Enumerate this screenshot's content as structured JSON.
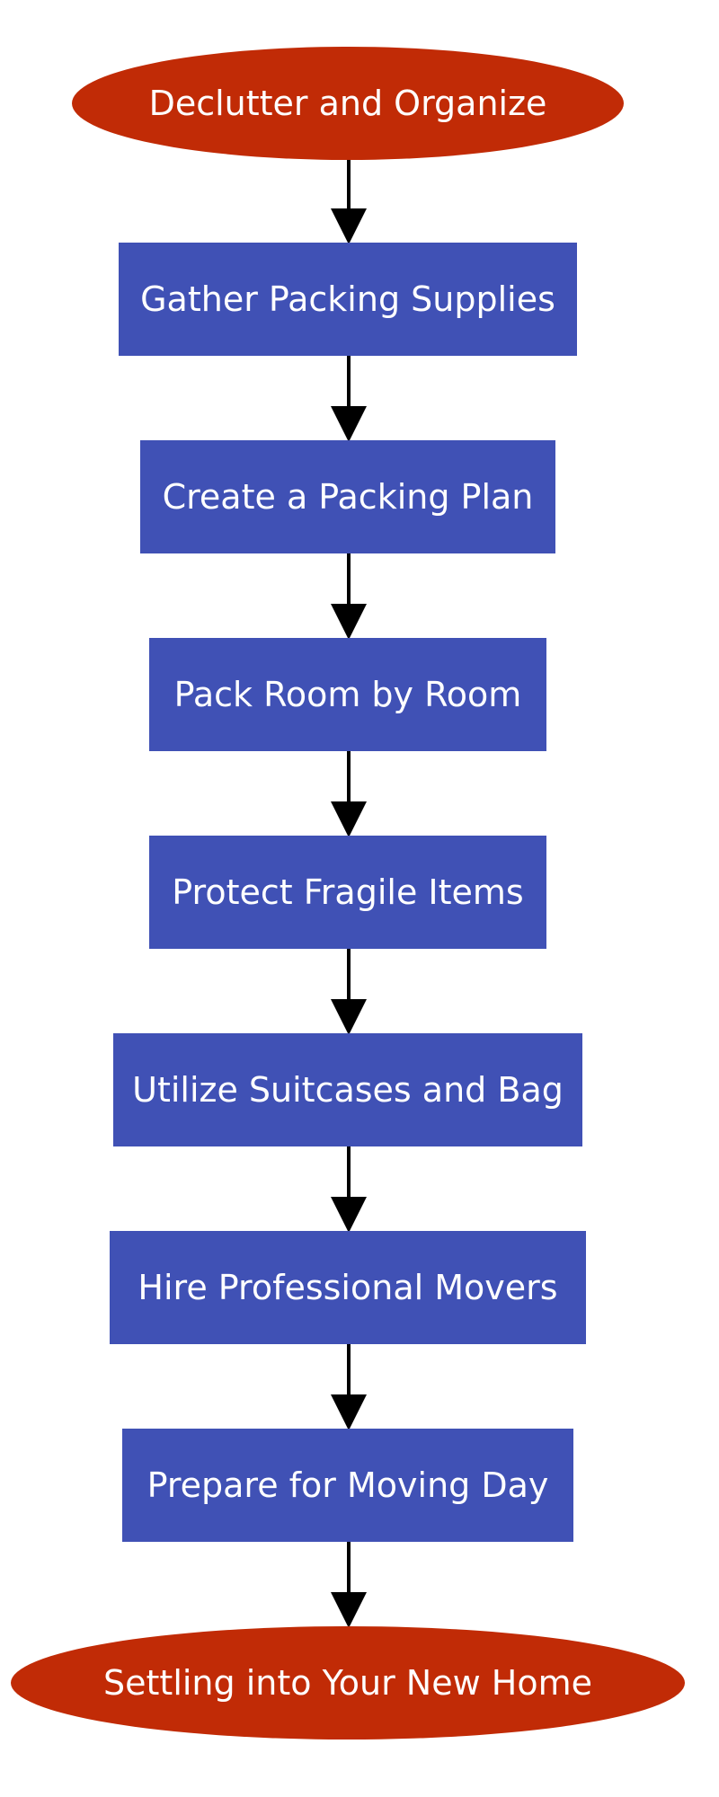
{
  "diagram": {
    "type": "flowchart",
    "nodes": [
      {
        "id": "n1",
        "shape": "ellipse",
        "label": "Declutter and Organize"
      },
      {
        "id": "n2",
        "shape": "rect",
        "label": "Gather Packing Supplies"
      },
      {
        "id": "n3",
        "shape": "rect",
        "label": "Create a Packing Plan"
      },
      {
        "id": "n4",
        "shape": "rect",
        "label": "Pack Room by Room"
      },
      {
        "id": "n5",
        "shape": "rect",
        "label": "Protect Fragile Items"
      },
      {
        "id": "n6",
        "shape": "rect",
        "label": "Utilize Suitcases and Bag"
      },
      {
        "id": "n7",
        "shape": "rect",
        "label": "Hire Professional Movers"
      },
      {
        "id": "n8",
        "shape": "rect",
        "label": "Prepare for Moving Day"
      },
      {
        "id": "n9",
        "shape": "ellipse",
        "label": "Settling into Your New Home"
      }
    ],
    "edges": [
      {
        "from": "n1",
        "to": "n2"
      },
      {
        "from": "n2",
        "to": "n3"
      },
      {
        "from": "n3",
        "to": "n4"
      },
      {
        "from": "n4",
        "to": "n5"
      },
      {
        "from": "n5",
        "to": "n6"
      },
      {
        "from": "n6",
        "to": "n7"
      },
      {
        "from": "n7",
        "to": "n8"
      },
      {
        "from": "n8",
        "to": "n9"
      }
    ]
  },
  "colors": {
    "terminal_fill": "#c12b06",
    "process_fill": "#4051b5",
    "text": "#ffffff",
    "edge": "#000000"
  }
}
